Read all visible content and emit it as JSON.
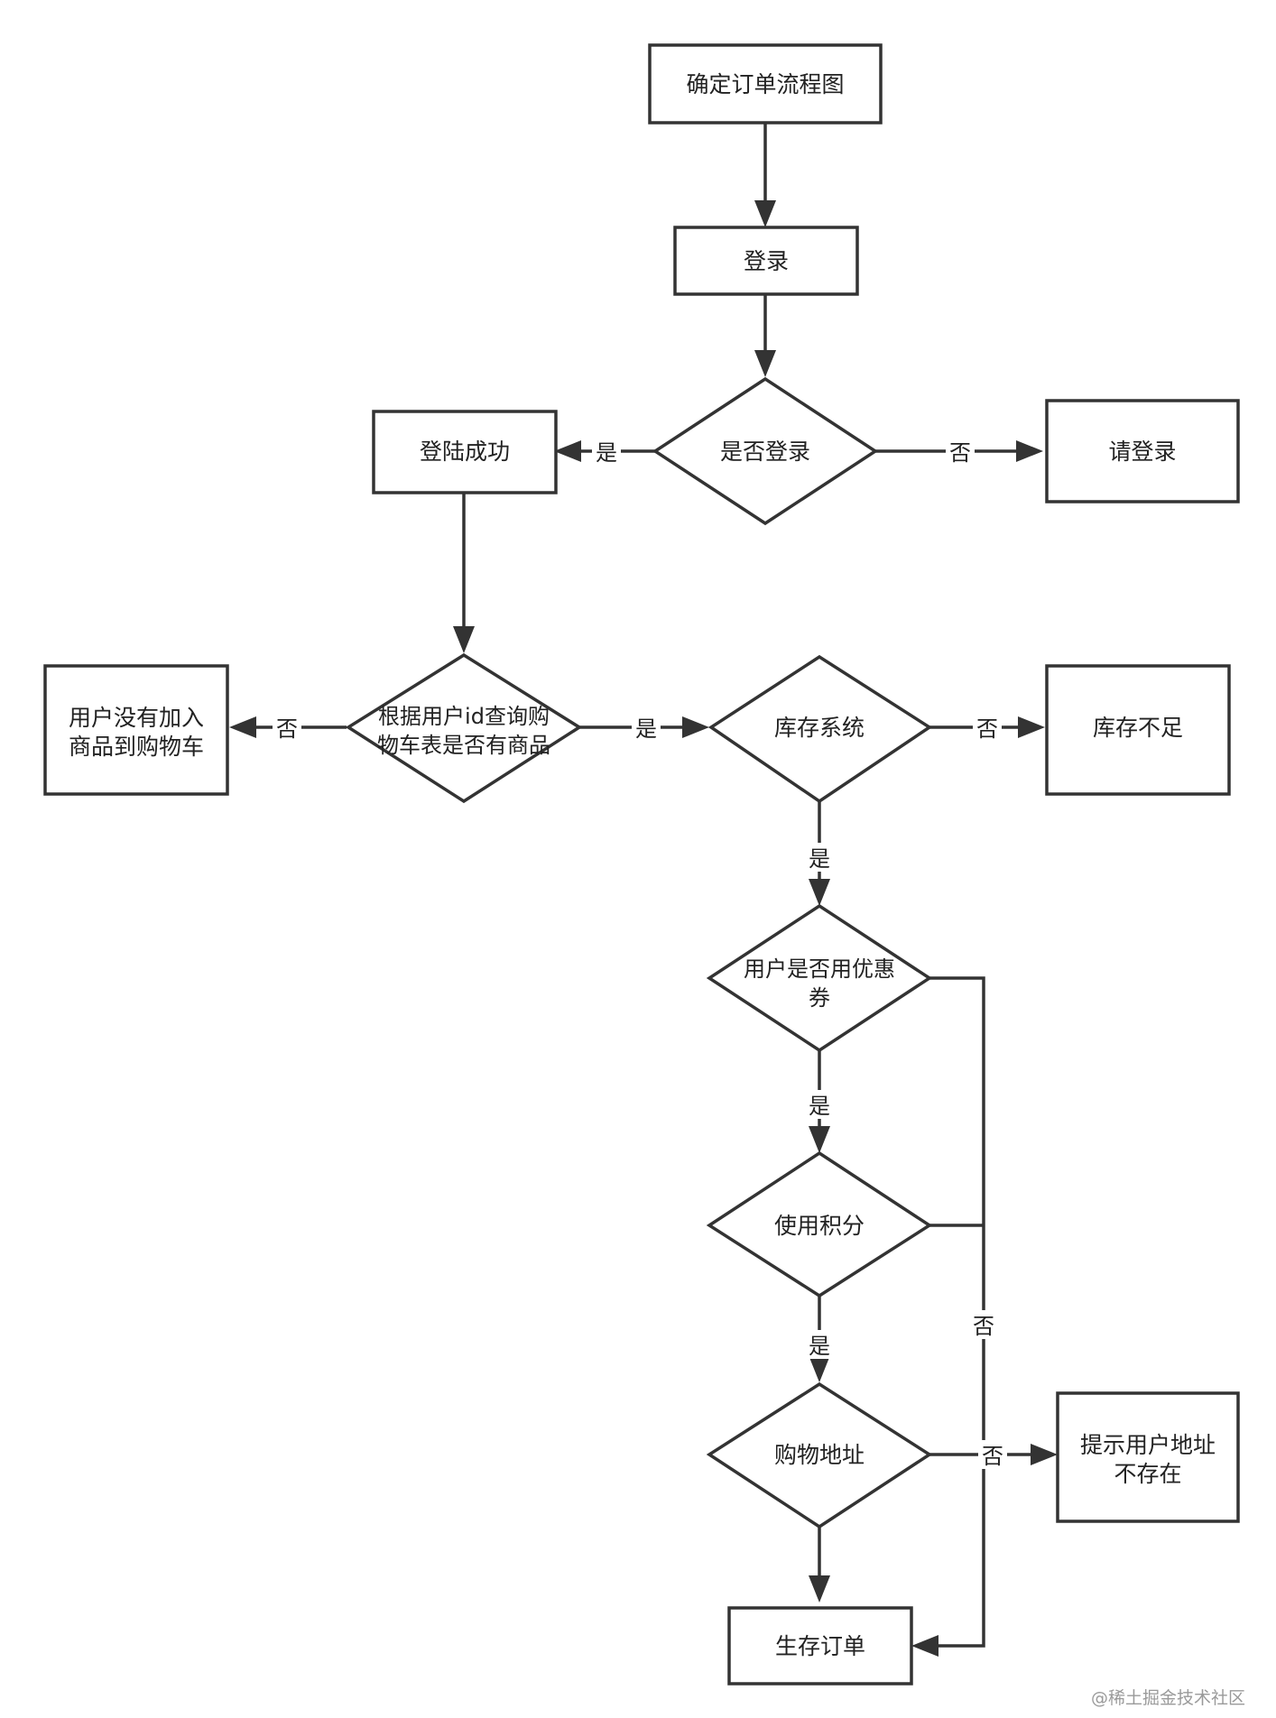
{
  "nodes": {
    "title": "确定订单流程图",
    "login": "登录",
    "is_logged_in": "是否登录",
    "login_success": "登陆成功",
    "please_login": "请登录",
    "check_cart_l1": "根据用户id查询购",
    "check_cart_l2": "物车表是否有商品",
    "no_cart_l1": "用户没有加入",
    "no_cart_l2": "商品到购物车",
    "stock_system": "库存系统",
    "out_of_stock": "库存不足",
    "use_coupon_l1": "用户是否用优惠",
    "use_coupon_l2": "券",
    "use_points": "使用积分",
    "address": "购物地址",
    "no_address_l1": "提示用户地址",
    "no_address_l2": "不存在",
    "create_order": "生存订单"
  },
  "edge_labels": {
    "login_yes": "是",
    "login_no": "否",
    "cart_no": "否",
    "cart_yes": "是",
    "stock_no": "否",
    "stock_yes": "是",
    "coupon_yes": "是",
    "points_yes": "是",
    "bypass_no": "否",
    "address_no": "否"
  },
  "watermark": "@稀土掘金技术社区"
}
